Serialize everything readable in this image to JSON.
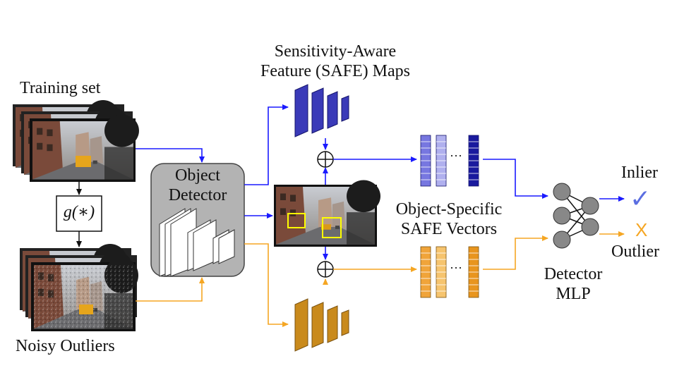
{
  "labels": {
    "safe_maps": [
      "Sensitivity-Aware",
      "Feature (SAFE) Maps"
    ],
    "training_set": "Training set",
    "transform": "g(∗)",
    "noisy_outliers": "Noisy Outliers",
    "object_detector": [
      "Object",
      "Detector"
    ],
    "safe_vectors": [
      "Object-Specific",
      "SAFE Vectors"
    ],
    "detector_mlp": [
      "Detector",
      "MLP"
    ],
    "inlier": "Inlier",
    "outlier": "Outlier",
    "ellipsis": "···",
    "check_symbol": "✓",
    "cross_symbol": "X"
  },
  "colors": {
    "in_path": "#1a1aff",
    "out_path": "#f5a623",
    "in_features": "#3a3ab8",
    "out_features": "#c98a1c",
    "detector_box": "#b3b3b3",
    "nn_node": "#888888",
    "bbox": "#ffff00",
    "inlier_check": "#5b6ee1",
    "outlier_x": "#f5a623"
  },
  "icons": [
    "street-scene-thumbnail",
    "noisy-street-scene-thumbnail",
    "detection-scene-thumbnail",
    "sum-node-icon",
    "neural-network-icon",
    "check-icon",
    "x-icon"
  ]
}
